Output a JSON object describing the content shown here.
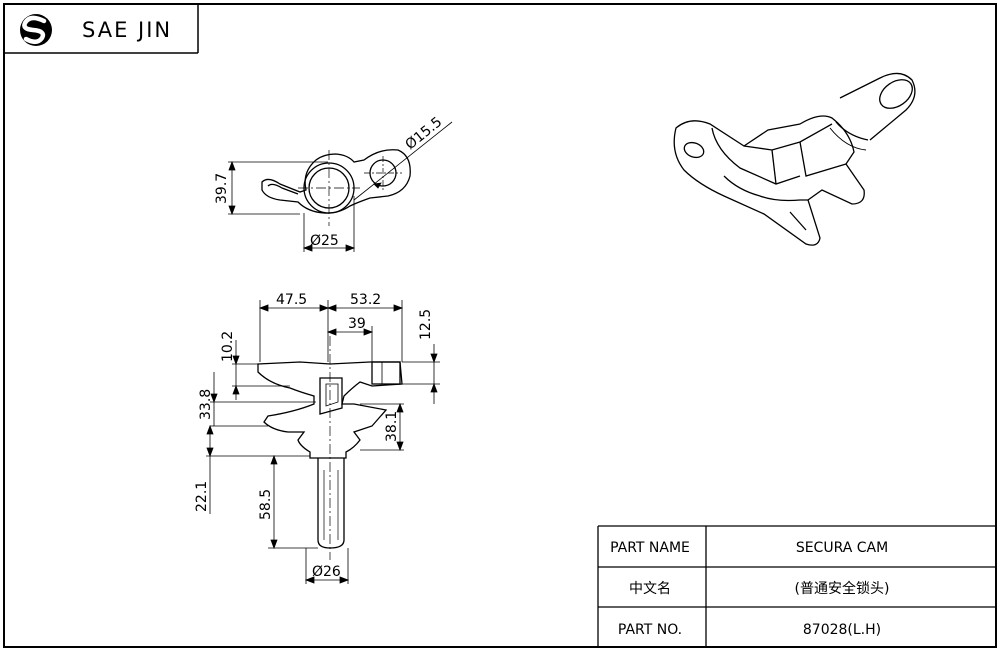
{
  "header": {
    "brand": "SAE JIN"
  },
  "dimensions": {
    "top_view_height": "39.7",
    "top_view_hole_dia": "Ø15.5",
    "top_view_body_dia": "Ø25",
    "front_width_left": "47.5",
    "front_width_right": "53.2",
    "front_inner_width": "39",
    "front_pin_height": "12.5",
    "front_top_flange": "10.2",
    "front_mid_height": "33.8",
    "front_right_height": "38.1",
    "shaft_offset": "22.1",
    "shaft_length": "58.5",
    "shaft_dia": "Ø26"
  },
  "title_block": {
    "rows": [
      {
        "label": "PART NAME",
        "value": "SECURA CAM"
      },
      {
        "label": "中文名",
        "value": "(普通安全锁头)"
      },
      {
        "label": "PART NO.",
        "value": "87028(L.H)"
      }
    ]
  }
}
